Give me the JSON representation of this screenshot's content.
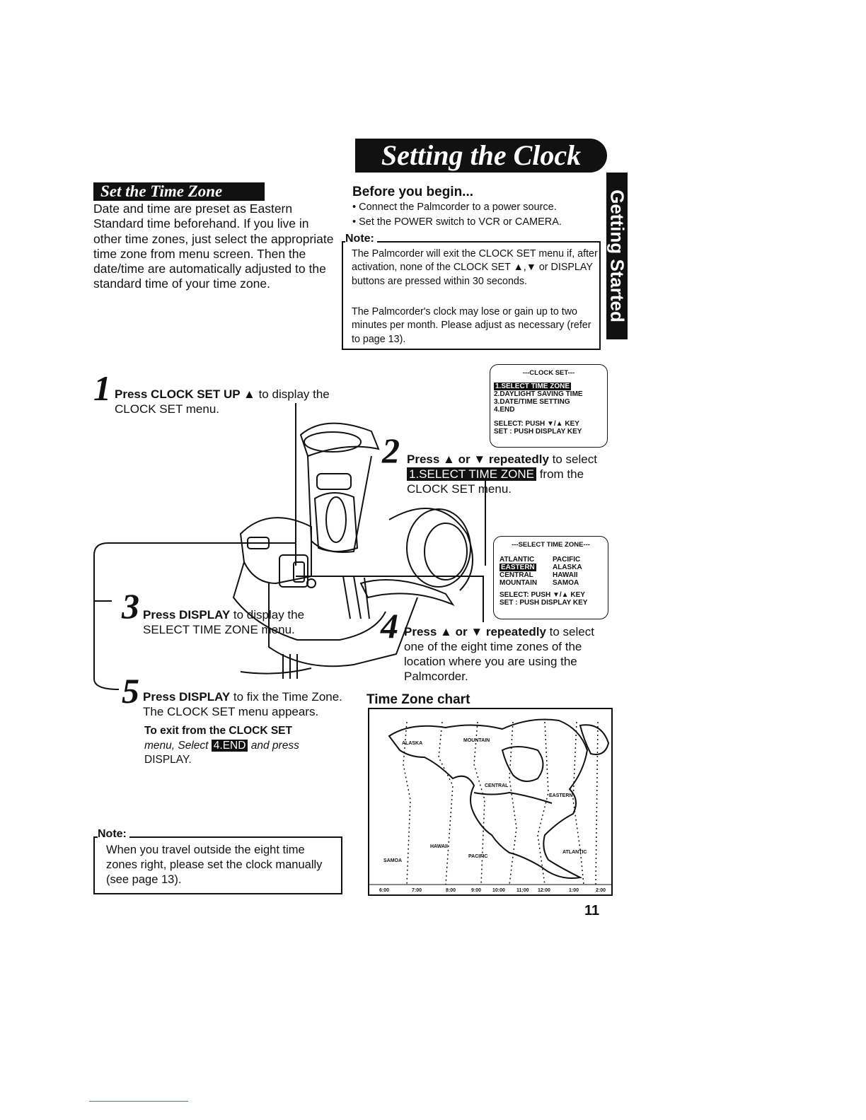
{
  "title": "Setting the Clock",
  "side_tab": "Getting Started",
  "time_zone_section": {
    "heading": "Set the Time Zone",
    "body": "Date and time are preset as Eastern Standard time beforehand. If you live in other time zones, just select the appropriate time zone from menu screen. Then the date/time are automatically adjusted to the standard time of your time zone."
  },
  "before_you_begin": {
    "title": "Before you begin...",
    "items": [
      "• Connect the Palmcorder to a power source.",
      "• Set the POWER switch to VCR or CAMERA."
    ],
    "note_label": "Note:",
    "note_1": "The Palmcorder will exit the CLOCK SET menu if, after activation, none of the CLOCK SET ▲,▼ or DISPLAY buttons are pressed within 30 seconds.",
    "note_2": "The Palmcorder's clock may lose or gain up to two minutes per month. Please adjust as necessary (refer to page 13)."
  },
  "steps": {
    "s1": {
      "num": "1",
      "bold": "Press CLOCK SET UP ▲",
      "rest": " to display the CLOCK SET menu."
    },
    "s2": {
      "num": "2",
      "bold": "Press ▲ or ▼ repeatedly",
      "rest1": " to select ",
      "highlight": "1.SELECT TIME ZONE",
      "rest2": " from the CLOCK SET menu."
    },
    "s3": {
      "num": "3",
      "bold": "Press DISPLAY",
      "rest": " to display the SELECT TIME ZONE menu."
    },
    "s4": {
      "num": "4",
      "bold": "Press ▲ or ▼ repeatedly",
      "rest": " to select one of the eight time zones of the location where you are using the Palmcorder."
    },
    "s5": {
      "num": "5",
      "bold": "Press DISPLAY",
      "rest": " to fix the Time Zone. The CLOCK SET menu appears."
    }
  },
  "exit_instructions": {
    "line1": "To exit from the CLOCK SET",
    "line2a": "menu, Select ",
    "highlight": "4.END",
    "line2b": " and press",
    "line3": "DISPLAY."
  },
  "lcd_clock_set": {
    "title": "---CLOCK SET---",
    "items": [
      "1.SELECT TIME ZONE",
      "2.DAYLIGHT SAVING TIME",
      "3.DATE/TIME SETTING",
      "4.END"
    ],
    "select_line": "SELECT: PUSH ▼/▲ KEY",
    "set_line": "SET    : PUSH DISPLAY KEY"
  },
  "lcd_time_zone": {
    "title": "---SELECT TIME ZONE---",
    "left": [
      "ATLANTIC",
      "EASTERN",
      "CENTRAL",
      "MOUNTAIN"
    ],
    "right": [
      "PACIFIC",
      "ALASKA",
      "HAWAII",
      "SAMOA"
    ],
    "select_line": "SELECT: PUSH ▼/▲ KEY",
    "set_line": "SET    : PUSH DISPLAY KEY"
  },
  "note2": {
    "label": "Note:",
    "text": "When you travel outside the eight time zones right, please set the clock manually (see page 13)."
  },
  "time_zone_chart": {
    "title": "Time Zone chart",
    "zones": [
      "ALASKA",
      "MOUNTAIN",
      "CENTRAL",
      "EASTERN",
      "HAWAII",
      "SAMOA",
      "PACIFIC",
      "ATLANTIC"
    ],
    "times": [
      "6:00",
      "7:00",
      "8:00",
      "9:00",
      "10:00",
      "11:00",
      "12:00",
      "1:00",
      "2:00"
    ]
  },
  "page_number": "11"
}
